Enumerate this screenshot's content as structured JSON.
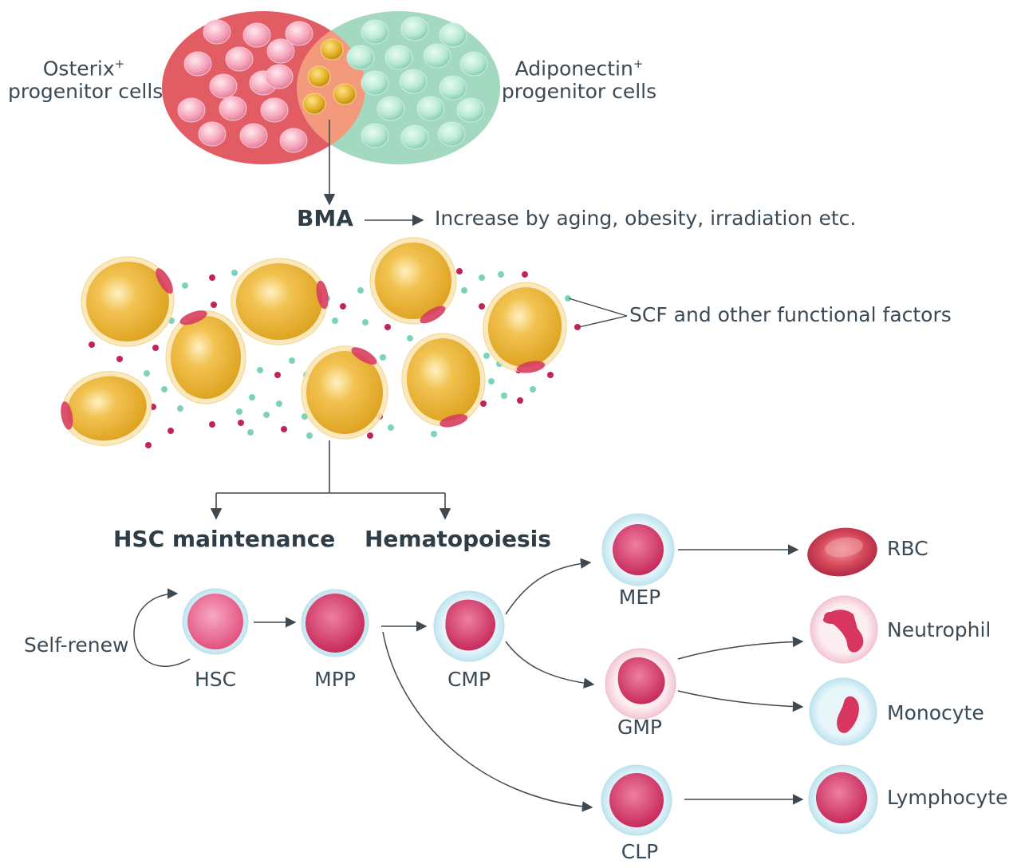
{
  "venn": {
    "left_label_main": "Osterix",
    "left_label_sup": "+",
    "left_label_sub": "progenitor cells",
    "right_label_main": "Adiponectin",
    "right_label_sup": "+",
    "right_label_sub": "progenitor cells",
    "colors": {
      "left": "#e15d63",
      "right": "#a3d8c1",
      "overlap": "#f39a7c"
    }
  },
  "bma": {
    "title": "BMA",
    "increase_text": "Increase by aging, obesity, irradiation etc."
  },
  "factors_label": "SCF and other functional factors",
  "outcomes": {
    "left": "HSC maintenance",
    "right": "Hematopoiesis"
  },
  "self_renew": "Self-renew",
  "cells": {
    "hsc": "HSC",
    "mpp": "MPP",
    "cmp": "CMP",
    "mep": "MEP",
    "gmp": "GMP",
    "clp": "CLP",
    "rbc": "RBC",
    "neutrophil": "Neutrophil",
    "monocyte": "Monocyte",
    "lymphocyte": "Lymphocyte"
  },
  "colors": {
    "adipocyte": "#e8ae2a",
    "nucleus": "#d63a62",
    "factor_teal": "#7cd3bd",
    "factor_red": "#c0245a",
    "arrow": "#3e4850"
  }
}
